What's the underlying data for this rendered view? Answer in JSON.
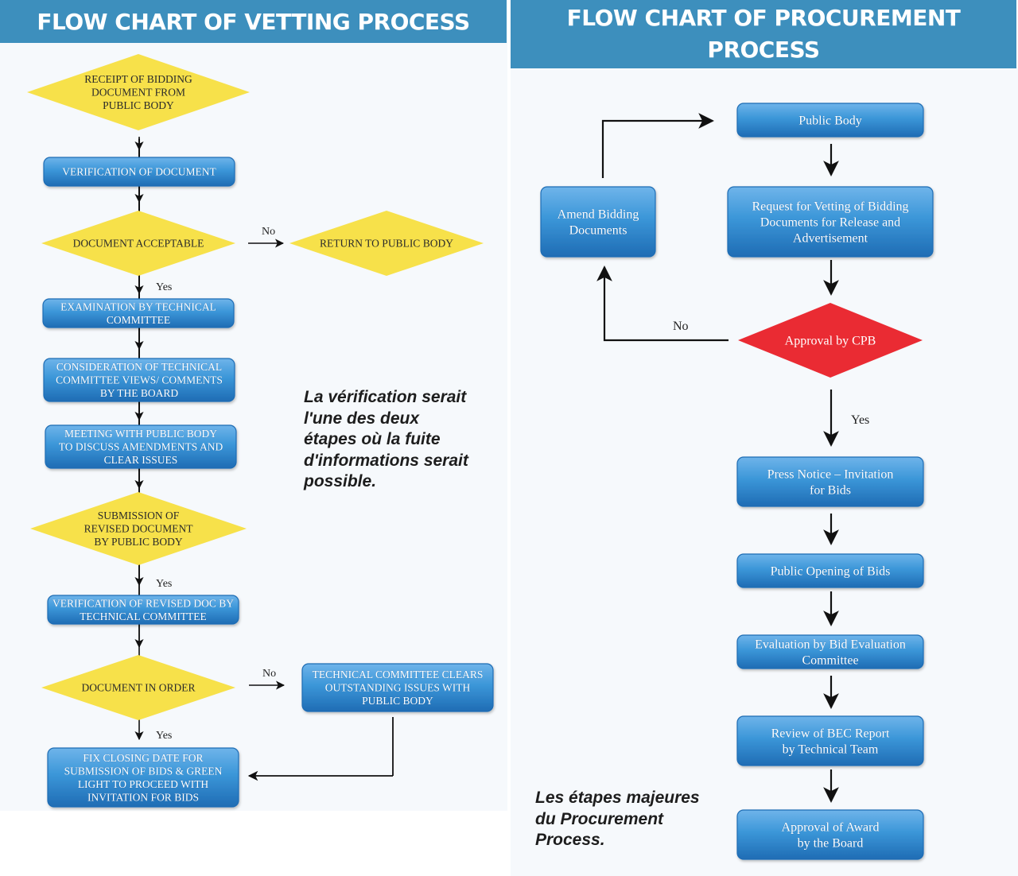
{
  "vetting": {
    "title": "FLOW CHART OF VETTING PROCESS",
    "nodes": [
      {
        "id": "v1",
        "shape": "diamond",
        "lines": [
          "RECEIPT OF BIDDING",
          "DOCUMENT FROM",
          "PUBLIC BODY"
        ]
      },
      {
        "id": "v2",
        "shape": "box",
        "lines": [
          "VERIFICATION OF DOCUMENT"
        ]
      },
      {
        "id": "v3",
        "shape": "diamond",
        "lines": [
          "DOCUMENT ACCEPTABLE"
        ]
      },
      {
        "id": "v4",
        "shape": "diamond",
        "lines": [
          "RETURN TO PUBLIC BODY"
        ]
      },
      {
        "id": "v5",
        "shape": "box",
        "lines": [
          "EXAMINATION BY TECHNICAL",
          "COMMITTEE"
        ]
      },
      {
        "id": "v6",
        "shape": "box",
        "lines": [
          "CONSIDERATION OF TECHNICAL",
          "COMMITTEE VIEWS/ COMMENTS",
          "BY THE BOARD"
        ]
      },
      {
        "id": "v7",
        "shape": "box",
        "lines": [
          "MEETING WITH PUBLIC BODY",
          "TO DISCUSS AMENDMENTS AND",
          "CLEAR ISSUES"
        ]
      },
      {
        "id": "v8",
        "shape": "diamond",
        "lines": [
          "SUBMISSION OF",
          "REVISED DOCUMENT",
          "BY PUBLIC BODY"
        ]
      },
      {
        "id": "v9",
        "shape": "box",
        "lines": [
          "VERIFICATION OF REVISED DOC BY",
          "TECHNICAL COMMITTEE"
        ]
      },
      {
        "id": "v10",
        "shape": "diamond",
        "lines": [
          "DOCUMENT IN ORDER"
        ]
      },
      {
        "id": "v11",
        "shape": "box",
        "lines": [
          "TECHNICAL COMMITTEE CLEARS",
          "OUTSTANDING ISSUES WITH",
          "PUBLIC BODY"
        ]
      },
      {
        "id": "v12",
        "shape": "box",
        "lines": [
          "FIX CLOSING DATE FOR",
          "SUBMISSION OF BIDS & GREEN",
          "LIGHT TO PROCEED WITH",
          "INVITATION FOR BIDS"
        ]
      }
    ],
    "labels": {
      "no": "No",
      "yes": "Yes"
    },
    "note": [
      "La vérification serait",
      "l'une des deux",
      "étapes où la fuite",
      "d'informations serait",
      "possible."
    ]
  },
  "procurement": {
    "title_lines": [
      "FLOW CHART OF PROCUREMENT",
      "PROCESS"
    ],
    "nodes": [
      {
        "id": "p1",
        "shape": "box",
        "lines": [
          "Public Body"
        ]
      },
      {
        "id": "p2",
        "shape": "box",
        "lines": [
          "Request for Vetting of Bidding",
          "Documents for Release and",
          "Advertisement"
        ]
      },
      {
        "id": "p3",
        "shape": "box",
        "lines": [
          "Amend Bidding",
          "Documents"
        ]
      },
      {
        "id": "p4",
        "shape": "diamond-red",
        "lines": [
          "Approval by CPB"
        ]
      },
      {
        "id": "p5",
        "shape": "box",
        "lines": [
          "Press Notice – Invitation",
          "for Bids"
        ]
      },
      {
        "id": "p6",
        "shape": "box",
        "lines": [
          "Public Opening of Bids"
        ]
      },
      {
        "id": "p7",
        "shape": "box",
        "lines": [
          "Evaluation by Bid Evaluation",
          "Committee"
        ]
      },
      {
        "id": "p8",
        "shape": "box",
        "lines": [
          "Review of BEC Report",
          "by Technical Team"
        ]
      },
      {
        "id": "p9",
        "shape": "box",
        "lines": [
          "Approval of Award",
          "by the Board"
        ]
      }
    ],
    "labels": {
      "no": "No",
      "yes": "Yes"
    },
    "note": [
      "Les étapes majeures",
      "du Procurement",
      "Process."
    ]
  },
  "colors": {
    "title_bar": "#3d8fbd",
    "diamond_yellow": "#f7e14a",
    "diamond_red": "#ea2b33",
    "box_fill": "#3b96d8",
    "box_dark": "#1f6cb4",
    "panel_bg": "#f6f9fc"
  }
}
